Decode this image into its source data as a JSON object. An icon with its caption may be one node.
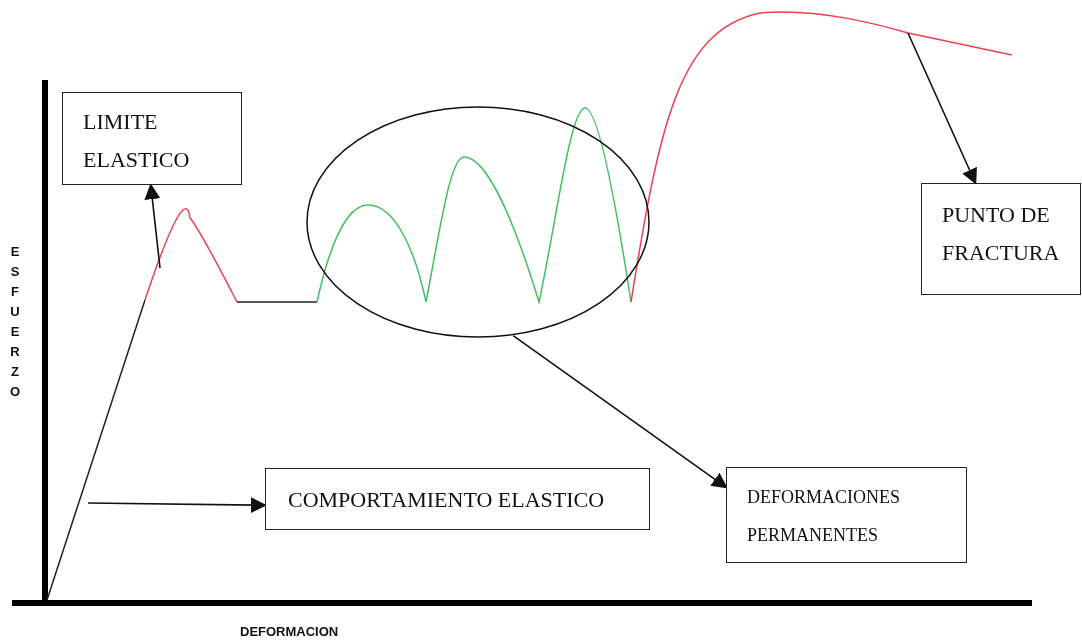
{
  "diagram": {
    "nodes": [
      {
        "text": [
          "LIMITE ELASTICO"
        ]
      },
      {
        "text": [
          "COMPORTAMIENTO ELASTICO"
        ]
      },
      {
        "text": [
          "DEFORMACIONES PERMANENTES"
        ]
      },
      {
        "text": [
          "PUNTO DE FRACTURA"
        ]
      },
      {
        "text": [],
        "shape": "circle"
      }
    ],
    "edges": [
      {
        "from": null,
        "to": 0,
        "arrow": "to"
      },
      {
        "from": null,
        "to": 1,
        "arrow": "to"
      },
      {
        "from": 4,
        "to": 2,
        "arrow": "to"
      },
      {
        "from": null,
        "to": 3,
        "arrow": "to"
      }
    ],
    "labels": [
      "ESFUERZO",
      "DEFORMACION"
    ]
  }
}
